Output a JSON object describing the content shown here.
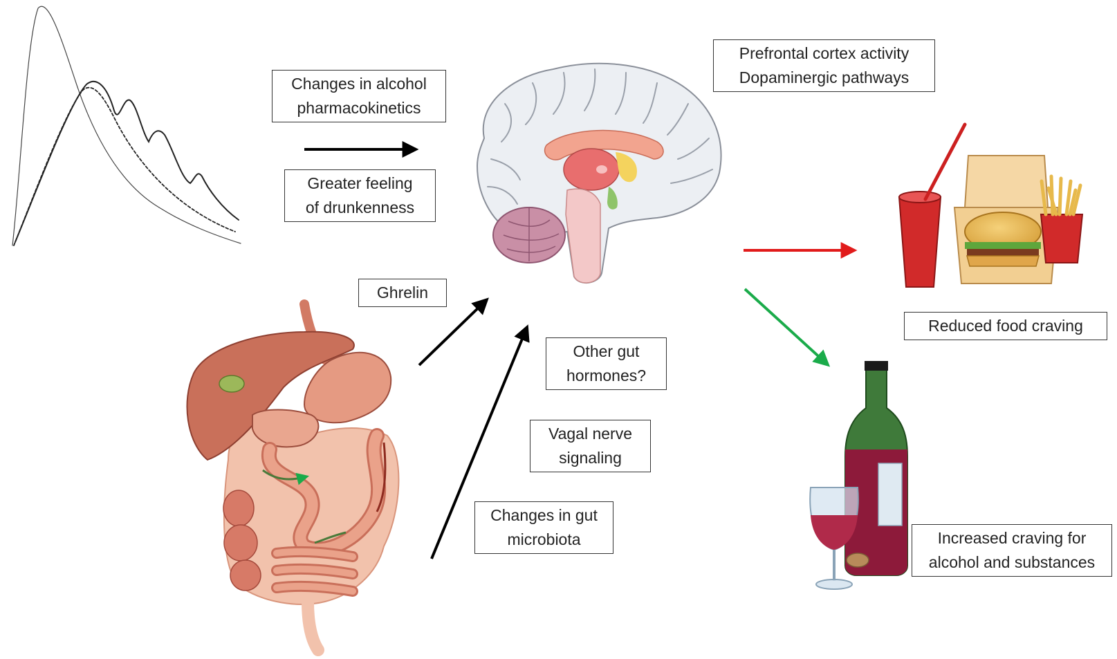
{
  "labels": {
    "pk_line1": "Changes in alcohol",
    "pk_line2": "pharmacokinetics",
    "drunk_line1": "Greater feeling",
    "drunk_line2": "of drunkenness",
    "ghrelin": "Ghrelin",
    "other_line1": "Other gut",
    "other_line2": "hormones?",
    "vagal_line1": "Vagal nerve",
    "vagal_line2": "signaling",
    "micro_line1": "Changes in gut",
    "micro_line2": "microbiota",
    "cortex_line1": "Prefrontal cortex activity",
    "cortex_line2": "Dopaminergic pathways",
    "food_craving": "Reduced food craving",
    "alcohol_line1": "Increased craving for",
    "alcohol_line2": "alcohol and substances"
  },
  "icons": {
    "curve_graph": "blood-alcohol-curve-icon",
    "gut": "gastric-bypass-gut-icon",
    "brain": "brain-sagittal-icon",
    "fast_food": "fast-food-icon",
    "wine": "wine-bottle-glass-icon"
  },
  "colors": {
    "arrow_black": "#000000",
    "arrow_red": "#e11b1b",
    "arrow_green": "#1aab4a"
  }
}
